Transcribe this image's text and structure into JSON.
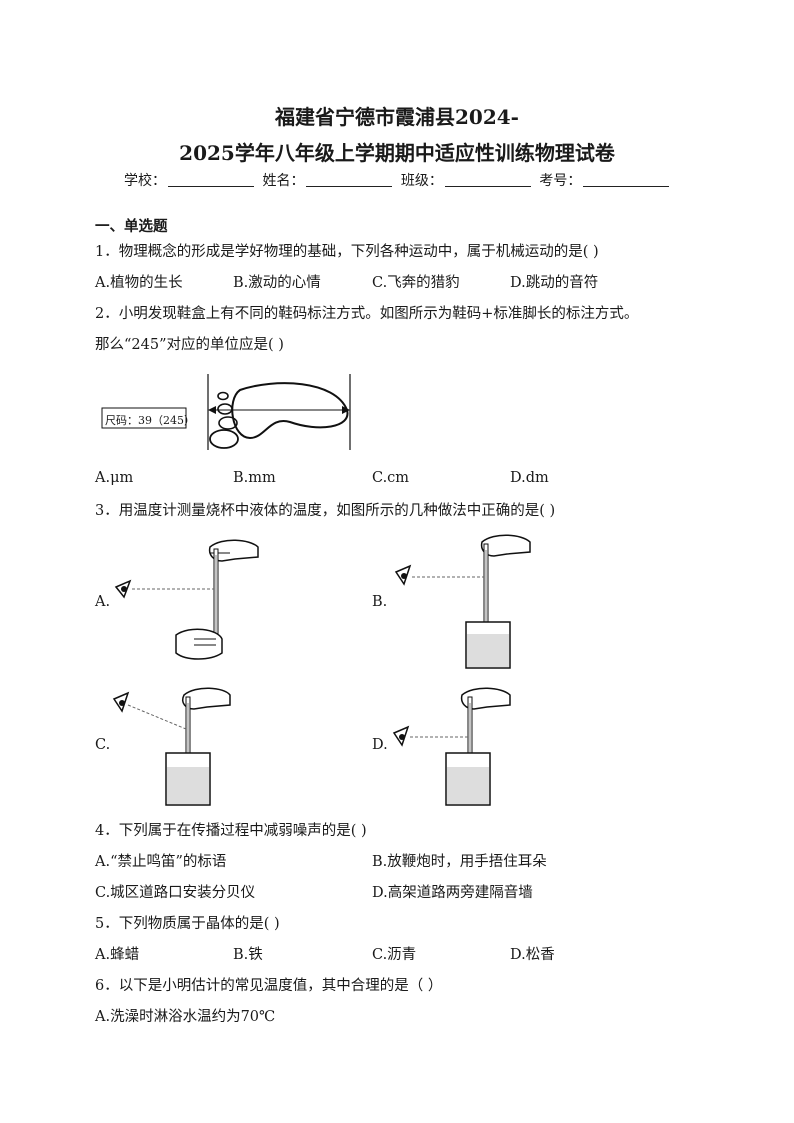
{
  "title_line1": "福建省宁德市霞浦县2024-",
  "title_line2": "2025学年八年级上学期期中适应性训练物理试卷",
  "info": {
    "school": "学校：",
    "name": "姓名：",
    "class": "班级：",
    "number": "考号："
  },
  "section": "一、单选题",
  "q1": {
    "stem": "1．物理概念的形成是学好物理的基础，下列各种运动中，属于机械运动的是(   )",
    "options": [
      "A.植物的生长",
      "B.激动的心情",
      "C.飞奔的猎豹",
      "D.跳动的音符"
    ]
  },
  "q2": {
    "stem1": "2．小明发现鞋盒上有不同的鞋码标注方式。如图所示为鞋码+标准脚长的标注方式。",
    "stem2": "那么“245”对应的单位应是(   )",
    "figure_label": "尺码：39（245）",
    "options": [
      "A.μm",
      "B.mm",
      "C.cm",
      "D.dm"
    ]
  },
  "q3": {
    "stem": "3．用温度计测量烧杯中液体的温度，如图所示的几种做法中正确的是(   )",
    "labels": [
      "A.",
      "B.",
      "C.",
      "D."
    ]
  },
  "q4": {
    "stem": "4．下列属于在传播过程中减弱噪声的是(   )",
    "options": [
      "A.“禁止鸣笛”的标语",
      "B.放鞭炮时，用手捂住耳朵",
      "C.城区道路口安装分贝仪",
      "D.高架道路两旁建隔音墙"
    ]
  },
  "q5": {
    "stem": "5．下列物质属于晶体的是(   )",
    "options": [
      "A.蜂蜡",
      "B.铁",
      "C.沥青",
      "D.松香"
    ]
  },
  "q6": {
    "stem": "6．以下是小明估计的常见温度值，其中合理的是（   ）",
    "options": [
      "A.洗澡时淋浴水温约为70℃"
    ]
  }
}
